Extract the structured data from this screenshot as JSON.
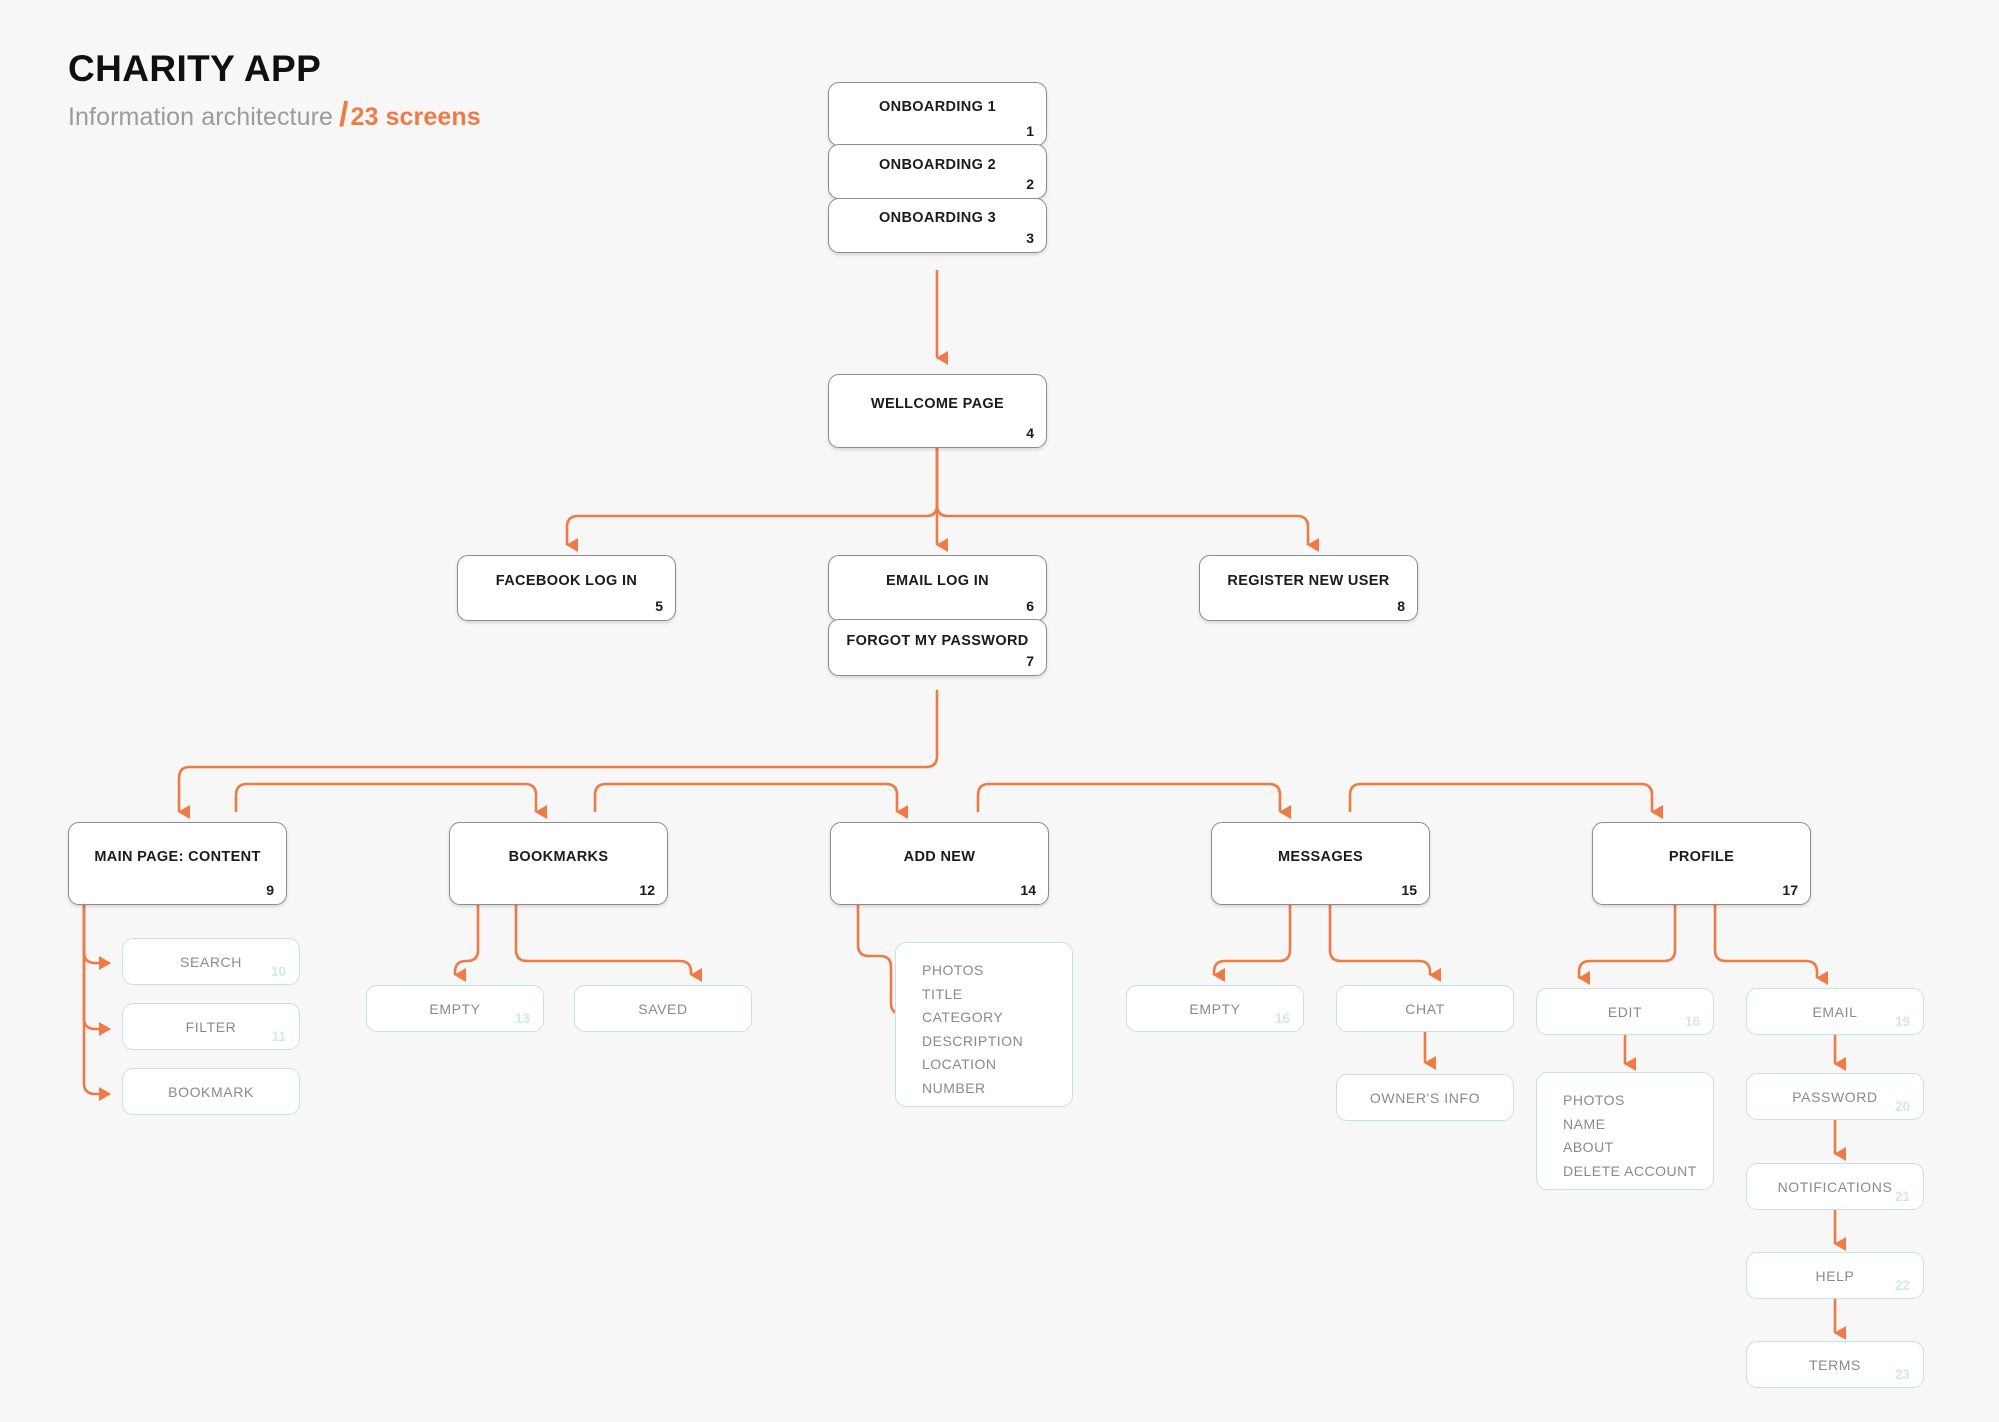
{
  "header": {
    "title": "CHARITY APP",
    "subtitle": "Information architecture",
    "slash": "/",
    "screens": "23 screens"
  },
  "colors": {
    "accent": "#ef7a45",
    "node_border": "#8d8d8d",
    "sub_border": "#bfe4ec",
    "sub_text": "#8a8a8a",
    "background": "#f7f7f7"
  },
  "nodes": {
    "onboarding_1": {
      "label": "ONBOARDING 1",
      "num": "1"
    },
    "onboarding_2": {
      "label": "ONBOARDING 2",
      "num": "2"
    },
    "onboarding_3": {
      "label": "ONBOARDING 3",
      "num": "3"
    },
    "wellcome_page": {
      "label": "WELLCOME PAGE",
      "num": "4"
    },
    "facebook_login": {
      "label": "FACEBOOK LOG IN",
      "num": "5"
    },
    "email_login": {
      "label": "EMAIL LOG IN",
      "num": "6"
    },
    "forgot_password": {
      "label": "FORGOT MY PASSWORD",
      "num": "7"
    },
    "register_new_user": {
      "label": "REGISTER NEW USER",
      "num": "8"
    },
    "main_page_content": {
      "label": "MAIN PAGE: CONTENT",
      "num": "9"
    },
    "search": {
      "label": "SEARCH",
      "num": "10"
    },
    "filter": {
      "label": "FILTER",
      "num": "11"
    },
    "bookmark": {
      "label": "BOOKMARK",
      "num": ""
    },
    "bookmarks": {
      "label": "BOOKMARKS",
      "num": "12"
    },
    "bookmarks_empty": {
      "label": "EMPTY",
      "num": "13"
    },
    "bookmarks_saved": {
      "label": "SAVED",
      "num": ""
    },
    "add_new": {
      "label": "ADD NEW",
      "num": "14"
    },
    "add_new_fields": {
      "items": [
        "PHOTOS",
        "TITLE",
        "CATEGORY",
        "DESCRIPTION",
        "LOCATION",
        "NUMBER"
      ]
    },
    "messages": {
      "label": "MESSAGES",
      "num": "15"
    },
    "messages_empty": {
      "label": "EMPTY",
      "num": "16"
    },
    "chat": {
      "label": "CHAT",
      "num": ""
    },
    "owners_info": {
      "label": "OWNER'S INFO",
      "num": ""
    },
    "profile": {
      "label": "PROFILE",
      "num": "17"
    },
    "edit": {
      "label": "EDIT",
      "num": "18"
    },
    "edit_fields": {
      "items": [
        "PHOTOS",
        "NAME",
        "ABOUT",
        "DELETE ACCOUNT"
      ]
    },
    "email": {
      "label": "EMAIL",
      "num": "19"
    },
    "password": {
      "label": "PASSWORD",
      "num": "20"
    },
    "notifications": {
      "label": "NOTIFICATIONS",
      "num": "21"
    },
    "help": {
      "label": "HELP",
      "num": "22"
    },
    "terms": {
      "label": "TERMS",
      "num": "23"
    }
  }
}
